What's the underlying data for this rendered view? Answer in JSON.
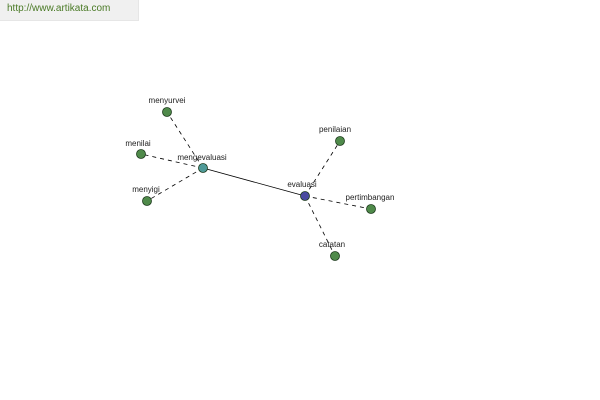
{
  "header": {
    "url": "http://www.artikata.com"
  },
  "colors": {
    "link": "#4a7a26",
    "root_node": "#4a4aa0",
    "hub_node": "#4f9a98",
    "leaf_node": "#4f8a4a",
    "node_stroke": "#1c3a1c",
    "edge": "#000000"
  },
  "graph": {
    "nodes": [
      {
        "id": "evaluasi",
        "label": "evaluasi",
        "kind": "root"
      },
      {
        "id": "mengevaluasi",
        "label": "mengevaluasi",
        "kind": "hub"
      },
      {
        "id": "menyurvei",
        "label": "menyurvei",
        "kind": "leaf"
      },
      {
        "id": "menilai",
        "label": "menilai",
        "kind": "leaf"
      },
      {
        "id": "menyigi",
        "label": "menyigi",
        "kind": "leaf"
      },
      {
        "id": "penilaian",
        "label": "penilaian",
        "kind": "leaf"
      },
      {
        "id": "pertimbangan",
        "label": "pertimbangan",
        "kind": "leaf"
      },
      {
        "id": "catatan",
        "label": "catatan",
        "kind": "leaf"
      }
    ],
    "edges": [
      {
        "from": "mengevaluasi",
        "to": "evaluasi",
        "style": "solid"
      },
      {
        "from": "mengevaluasi",
        "to": "menyurvei",
        "style": "dashed"
      },
      {
        "from": "mengevaluasi",
        "to": "menilai",
        "style": "dashed"
      },
      {
        "from": "mengevaluasi",
        "to": "menyigi",
        "style": "dashed"
      },
      {
        "from": "evaluasi",
        "to": "penilaian",
        "style": "dashed"
      },
      {
        "from": "evaluasi",
        "to": "pertimbangan",
        "style": "dashed"
      },
      {
        "from": "evaluasi",
        "to": "catatan",
        "style": "dashed"
      }
    ]
  }
}
